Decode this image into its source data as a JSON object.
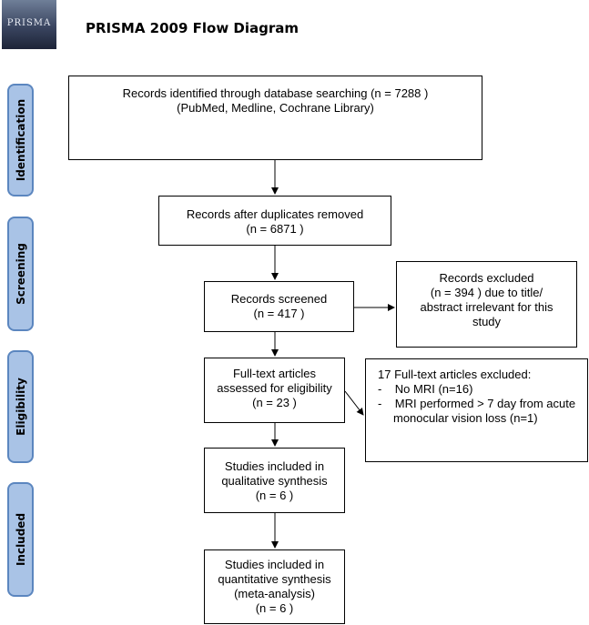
{
  "header": {
    "logo_text": "PRISMA",
    "title": "PRISMA 2009 Flow Diagram"
  },
  "stages": {
    "identification": "Identification",
    "screening": "Screening",
    "eligibility": "Eligibility",
    "included": "Included"
  },
  "boxes": {
    "identified": {
      "line1": "Records identified through database searching (n =  7288 )",
      "line2": "(PubMed, Medline, Cochrane Library)"
    },
    "after_duplicates": {
      "line1": "Records after duplicates removed",
      "line2": "(n = 6871  )"
    },
    "screened": {
      "line1": "Records screened",
      "line2": "(n = 417 )"
    },
    "records_excluded": {
      "line1": "Records excluded",
      "line2": "(n  = 394 ) due to title/",
      "line3": "abstract irrelevant for this",
      "line4": "study"
    },
    "fulltext_assessed": {
      "line1": "Full-text articles",
      "line2": "assessed for eligibility",
      "line3": "(n = 23   )"
    },
    "fulltext_excluded": {
      "heading": "17 Full-text articles excluded:",
      "items": [
        "No MRI (n=16)",
        "MRI performed > 7 day from acute monocular vision loss (n=1)"
      ]
    },
    "qualitative": {
      "line1": "Studies included in",
      "line2": "qualitative synthesis",
      "line3": "(n =  6 )"
    },
    "quantitative": {
      "line1": "Studies included in",
      "line2": "quantitative synthesis",
      "line3": "(meta-analysis)",
      "line4": "(n = 6  )"
    }
  },
  "colors": {
    "stage_fill": "#a9c3e6",
    "stage_border": "#5b86bf"
  }
}
